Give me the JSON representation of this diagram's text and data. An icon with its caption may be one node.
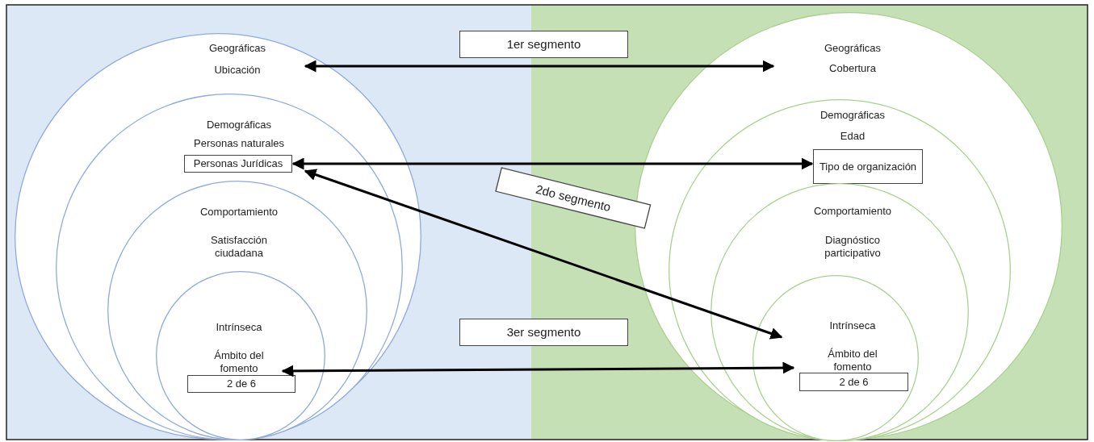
{
  "diagram": {
    "nodes": [
      {
        "text": [
          "Geográficas",
          "Ubicación"
        ]
      },
      {
        "text": [
          "Demográficas",
          "Personas naturales"
        ],
        "in": 0
      },
      {
        "text": [
          "Personas Jurídicas"
        ],
        "in": 1
      },
      {
        "text": [
          "Comportamiento",
          "Satisfacción ciudadana"
        ],
        "in": 1
      },
      {
        "text": [
          "Intrínseca",
          "Ámbito del fomento"
        ],
        "in": 3
      },
      {
        "text": [
          "2 de 6"
        ],
        "in": 4
      },
      {
        "text": [
          "Geográficas",
          "Cobertura"
        ]
      },
      {
        "text": [
          "Demográficas",
          "Edad"
        ],
        "in": 6
      },
      {
        "text": [
          "Tipo de organización"
        ],
        "in": 7
      },
      {
        "text": [
          "Comportamiento",
          "Diagnóstico participativo"
        ],
        "in": 7
      },
      {
        "text": [
          "Intrínseca",
          "Ámbito del fomento"
        ],
        "in": 9
      },
      {
        "text": [
          "2 de 6"
        ],
        "in": 10
      },
      {
        "text": [
          "1er segmento"
        ]
      },
      {
        "text": [
          "2do segmento"
        ]
      },
      {
        "text": [
          "3er segmento"
        ]
      }
    ],
    "edges": [
      {
        "from": 0,
        "to": 6,
        "arrow": "both"
      },
      {
        "from": 2,
        "to": 8,
        "arrow": "both"
      },
      {
        "from": 2,
        "to": 10,
        "arrow": "both"
      },
      {
        "from": 5,
        "to": 11,
        "arrow": "both"
      }
    ]
  }
}
